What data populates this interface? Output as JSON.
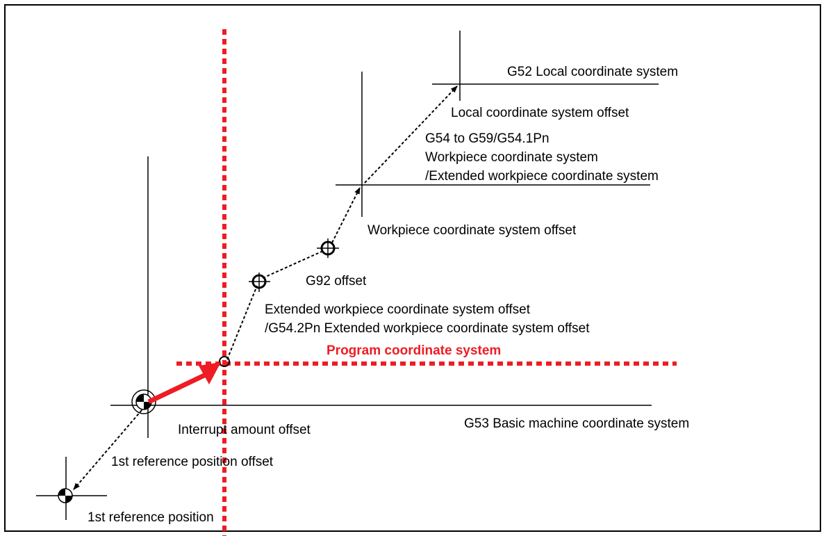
{
  "colors": {
    "line": "#000000",
    "program_system": "#ee1c24",
    "background": "#ffffff"
  },
  "labels": {
    "g52_local": "G52 Local coordinate system",
    "local_offset": "Local coordinate system offset",
    "workpiece_line1": "G54 to G59/G54.1Pn",
    "workpiece_line2": "Workpiece coordinate system",
    "workpiece_line3": "/Extended workpiece coordinate system",
    "workpiece_offset": "Workpiece coordinate system offset",
    "g92_offset": "G92 offset",
    "ext_offset_line1": "Extended workpiece coordinate system offset",
    "ext_offset_line2": "/G54.2Pn Extended workpiece coordinate system offset",
    "program_system": "Program coordinate system",
    "interrupt_offset": "Interrupt amount offset",
    "g53_basic": "G53 Basic machine coordinate system",
    "ref_offset": "1st reference position offset",
    "ref_position": "1st reference position"
  }
}
